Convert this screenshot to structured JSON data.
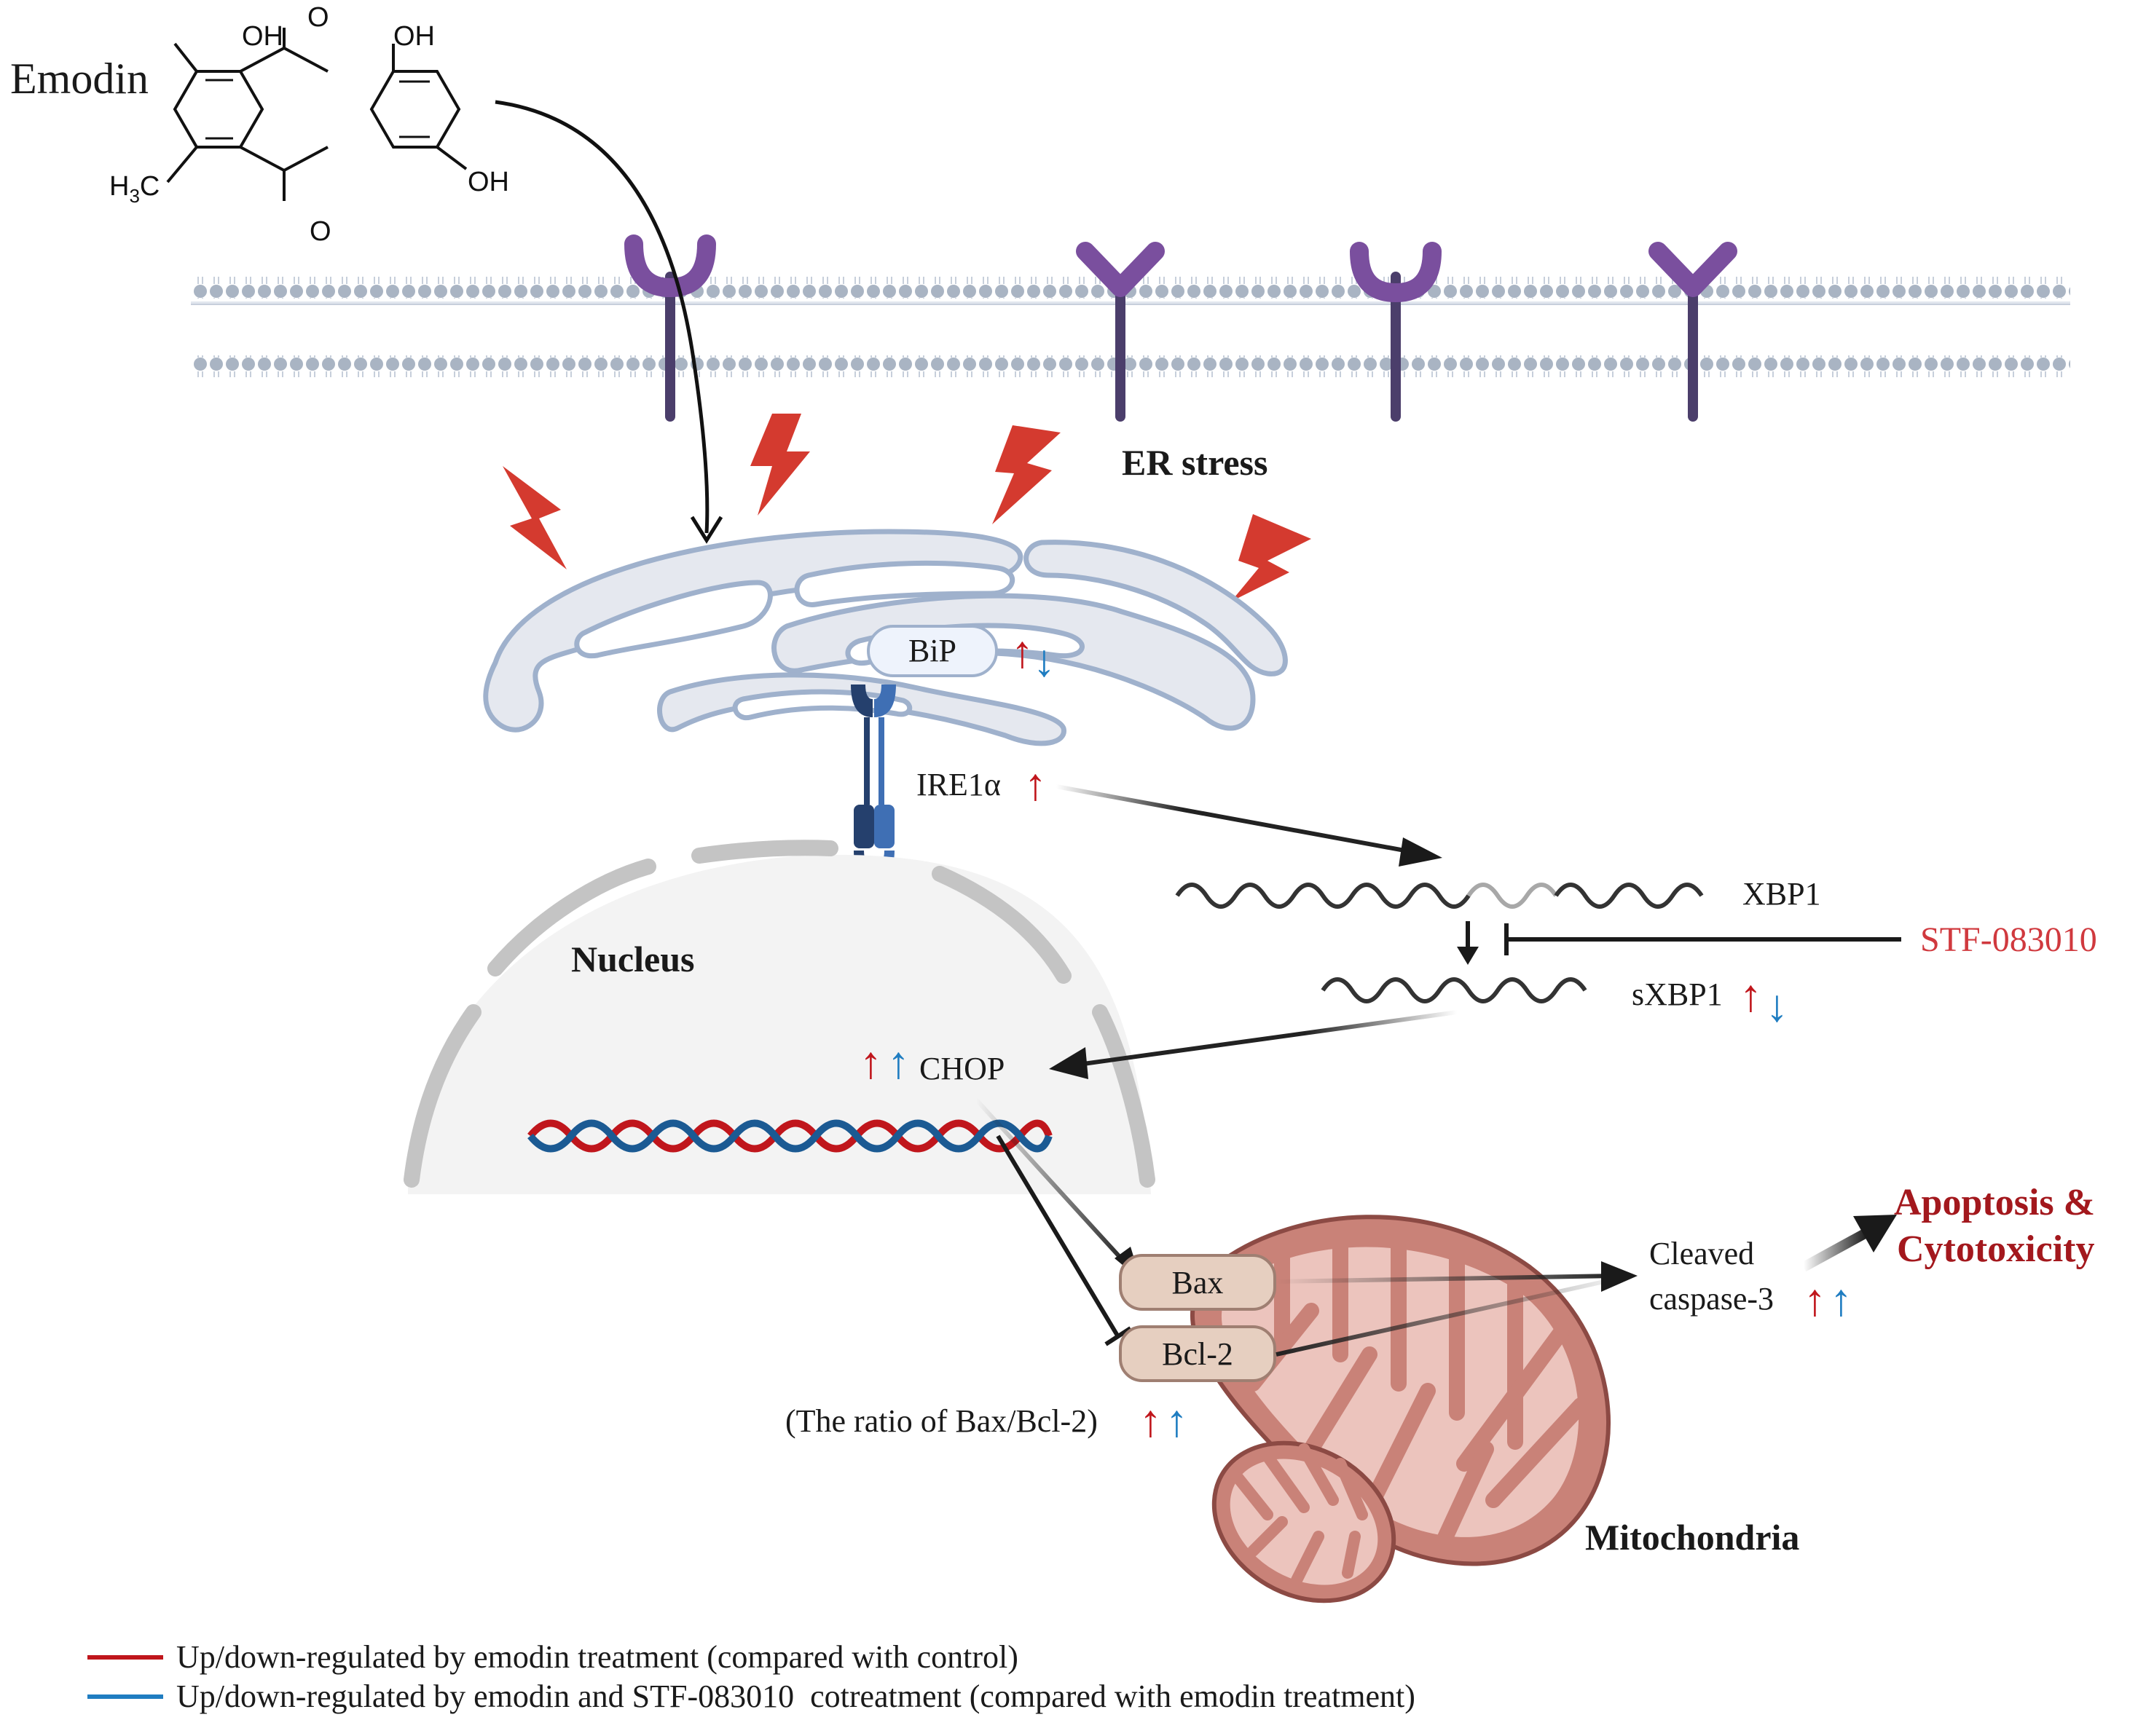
{
  "compound": {
    "name": "Emodin",
    "atoms": {
      "oh_top_left": "OH",
      "oh_top_right": "OH",
      "oh_right": "OH",
      "ketone_top": "O",
      "ketone_bottom": "O",
      "methyl_h": "H",
      "methyl_sub": "3",
      "methyl_c": "C"
    }
  },
  "labels": {
    "er_stress": "ER stress",
    "nucleus": "Nucleus",
    "mitochondria": "Mitochondria",
    "bip": "BiP",
    "ire1a": "IRE1α",
    "xbp1": "XBP1",
    "sxbp1": "sXBP1",
    "inhibitor": "STF-083010",
    "chop": "CHOP",
    "bax": "Bax",
    "bcl2": "Bcl-2",
    "ratio": "(The ratio of Bax/Bcl-2)",
    "caspase_line1": "Cleaved",
    "caspase_line2": "caspase-3",
    "outcome_line1": "Apoptosis &",
    "outcome_line2": "Cytotoxicity",
    "arrow_up": "↑",
    "arrow_down": "↓"
  },
  "legend": {
    "red": "Up/down-regulated by emodin treatment (compared with control)",
    "blue": "Up/down-regulated by emodin and STF-083010  cotreatment (compared with emodin treatment)"
  },
  "colors": {
    "red": "#c0161c",
    "blue": "#1f7dc1",
    "inhibitor": "#d0393e",
    "outcome": "#a3181d",
    "receptor": "#7a4f9e",
    "lightning": "#d43a2f",
    "er_fill": "#e5e8ef",
    "er_stroke": "#9fb1cc",
    "mito": "#c98278"
  }
}
